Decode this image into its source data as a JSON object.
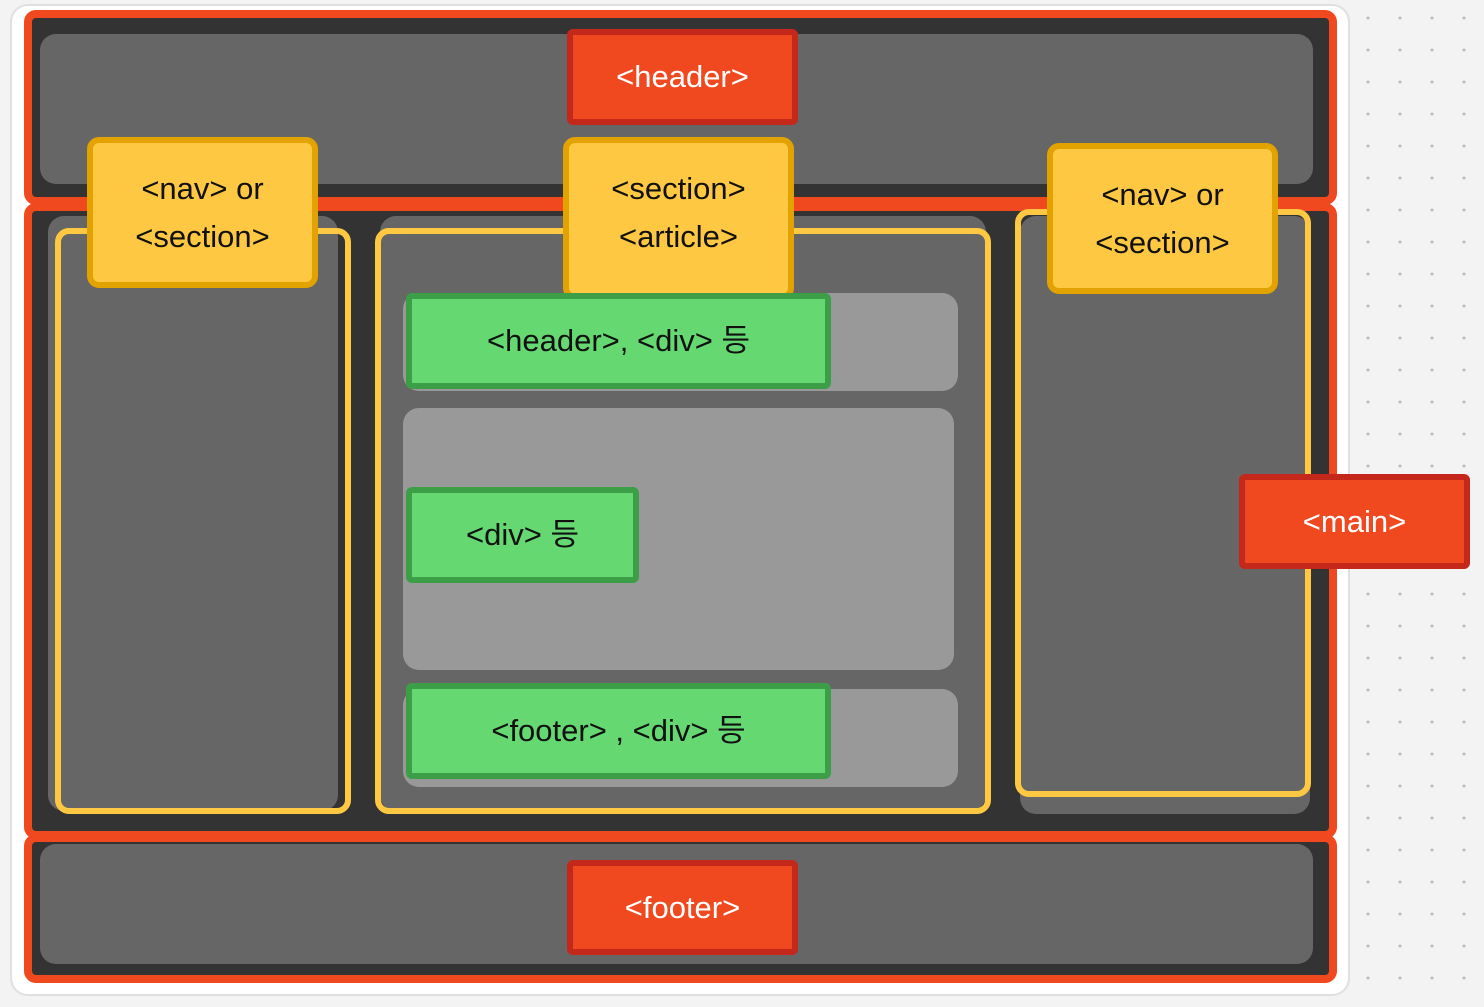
{
  "diagram": {
    "labels": {
      "header": "<header>",
      "main": "<main>",
      "footer": "<footer>",
      "nav_left": "<nav> or\n<section>",
      "section_center": "<section>\n<article>",
      "nav_right": "<nav> or\n<section>",
      "inner_header": "<header>, <div> 등",
      "inner_div": "<div> 등",
      "inner_footer": "<footer> , <div> 등"
    },
    "colors": {
      "structural": "#f0481f",
      "sectioning": "#ffc843",
      "content": "#65d872",
      "dark_background": "#333333",
      "panel": "#666666",
      "inner_panel": "#999999"
    }
  }
}
